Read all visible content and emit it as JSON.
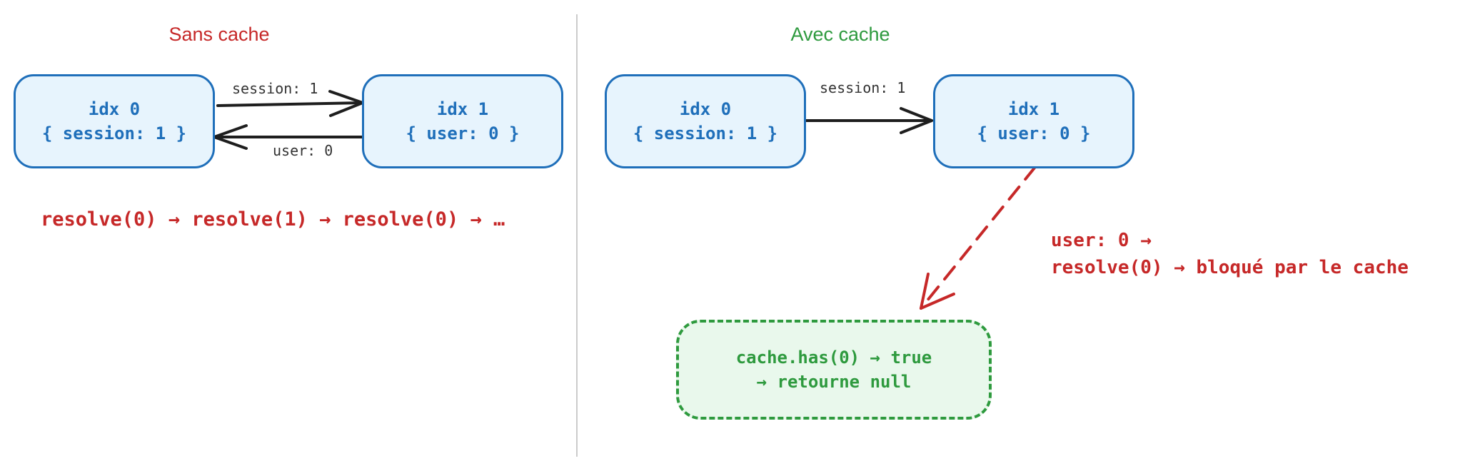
{
  "left_panel": {
    "title": "Sans cache",
    "title_color": "#c62828",
    "node_a": {
      "line1": "idx 0",
      "line2": "{ session: 1 }"
    },
    "node_b": {
      "line1": "idx 1",
      "line2": "{ user: 0 }"
    },
    "edge_forward_label": "session: 1",
    "edge_back_label": "user: 0",
    "sequence": "resolve(0) → resolve(1) → resolve(0) →  …"
  },
  "right_panel": {
    "title": "Avec cache",
    "title_color": "#2e9a3e",
    "node_a": {
      "line1": "idx 0",
      "line2": "{ session: 1 }"
    },
    "node_b": {
      "line1": "idx 1",
      "line2": "{ user: 0 }"
    },
    "edge_forward_label": "session: 1",
    "note_line1": "user: 0 →",
    "note_line2": "resolve(0) → bloqué par le cache",
    "cache_line1": "cache.has(0) → true",
    "cache_line2": "→ retourne null"
  },
  "colors": {
    "node_border": "#1f6fba",
    "node_fill": "#e7f4fd",
    "cache_border": "#2e9a3e",
    "cache_fill": "#e9f8ec",
    "highlight_red": "#c62828",
    "divider": "#cccccc"
  }
}
